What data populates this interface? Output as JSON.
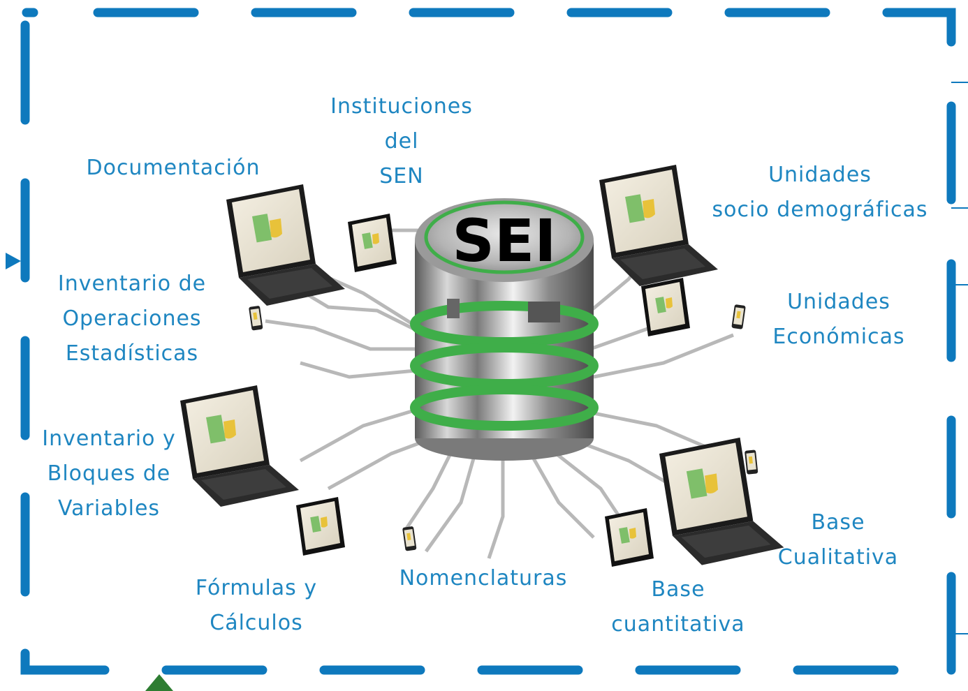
{
  "diagram": {
    "center": {
      "label": "SEI"
    },
    "nodes": [
      {
        "id": "documentacion",
        "lines": [
          "Documentación"
        ]
      },
      {
        "id": "instituciones",
        "lines": [
          "Instituciones",
          "del",
          "SEN"
        ]
      },
      {
        "id": "sociodemo",
        "lines": [
          "Unidades",
          "socio demográficas"
        ]
      },
      {
        "id": "inventario_ops",
        "lines": [
          "Inventario de",
          "Operaciones",
          "Estadísticas"
        ]
      },
      {
        "id": "economicas",
        "lines": [
          "Unidades",
          "Económicas"
        ]
      },
      {
        "id": "inventario_vars",
        "lines": [
          "Inventario y",
          "Bloques de",
          "Variables"
        ]
      },
      {
        "id": "cualitativa",
        "lines": [
          "Base",
          "Cualitativa"
        ]
      },
      {
        "id": "formulas",
        "lines": [
          "Fórmulas y",
          "Cálculos"
        ]
      },
      {
        "id": "nomenclaturas",
        "lines": [
          "Nomenclaturas"
        ]
      },
      {
        "id": "cuantitativa",
        "lines": [
          "Base",
          "cuantitativa"
        ]
      }
    ]
  },
  "colors": {
    "label": "#1e86c1",
    "frame": "#0e79bd",
    "ring_green": "#3fae49",
    "marker_green": "#2e7d32"
  }
}
